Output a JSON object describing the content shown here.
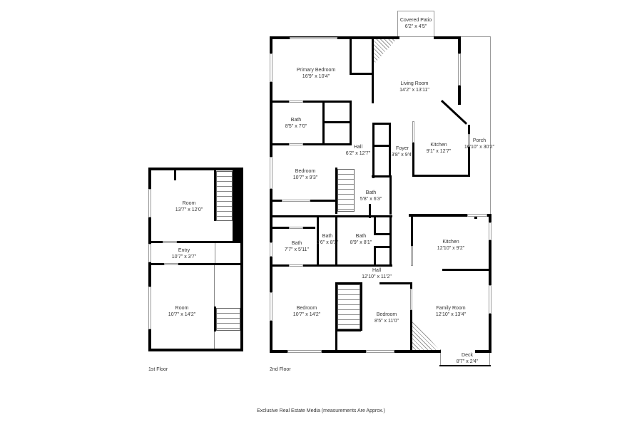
{
  "floors": [
    {
      "label": "1st Floor",
      "rooms": [
        {
          "name": "Room",
          "size": "13'7\" x 12'0\""
        },
        {
          "name": "Entry",
          "size": "10'7\" x 3'7\""
        },
        {
          "name": "Room",
          "size": "10'7\" x 14'2\""
        }
      ]
    },
    {
      "label": "2nd Floor",
      "rooms": [
        {
          "name": "Covered Patio",
          "size": "6'2\" x 4'5\""
        },
        {
          "name": "Primary Bedroom",
          "size": "16'9\" x 10'4\""
        },
        {
          "name": "Living Room",
          "size": "14'2\" x 13'11\""
        },
        {
          "name": "Bath",
          "size": "8'5\" x 7'0\""
        },
        {
          "name": "Hall",
          "size": "6'2\" x 12'7\""
        },
        {
          "name": "Foyer",
          "size": "3'8\" x 9'4\""
        },
        {
          "name": "Kitchen",
          "size": "9'1\" x 12'7\""
        },
        {
          "name": "Porch",
          "size": "16'10\" x 30'2\""
        },
        {
          "name": "Bedroom",
          "size": "10'7\" x 9'3\""
        },
        {
          "name": "Bath",
          "size": "5'8\" x 6'3\""
        },
        {
          "name": "Bath",
          "size": "7'7\" x 5'11\""
        },
        {
          "name": "Bath",
          "size": "2'6\" x 8'1\""
        },
        {
          "name": "Bath",
          "size": "8'9\" x 8'1\""
        },
        {
          "name": "Kitchen",
          "size": "12'10\" x 9'2\""
        },
        {
          "name": "Hall",
          "size": "12'10\" x 11'2\""
        },
        {
          "name": "Bedroom",
          "size": "10'7\" x 14'2\""
        },
        {
          "name": "Bedroom",
          "size": "8'5\" x 11'0\""
        },
        {
          "name": "Family Room",
          "size": "12'10\" x 13'4\""
        },
        {
          "name": "Deck",
          "size": "8'7\" x 2'4\""
        }
      ]
    }
  ],
  "footer": "Exclusive Real Estate Media (measurements Are Approx.)"
}
